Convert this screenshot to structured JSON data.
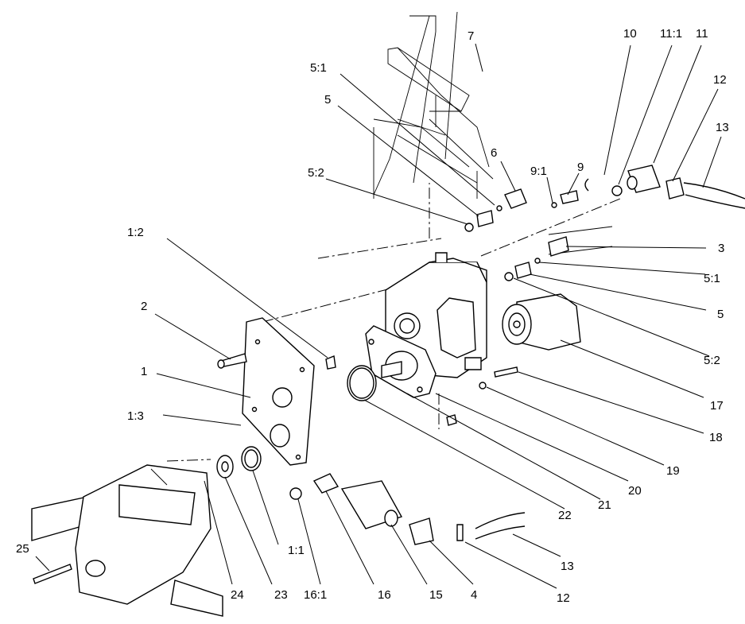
{
  "diagram": {
    "callouts": [
      {
        "id": "7",
        "label": "7"
      },
      {
        "id": "10",
        "label": "10"
      },
      {
        "id": "11-1",
        "label": "11:1"
      },
      {
        "id": "11",
        "label": "11"
      },
      {
        "id": "12-top",
        "label": "12"
      },
      {
        "id": "13-top",
        "label": "13"
      },
      {
        "id": "5-1-top",
        "label": "5:1"
      },
      {
        "id": "5-top",
        "label": "5"
      },
      {
        "id": "6",
        "label": "6"
      },
      {
        "id": "9-1",
        "label": "9:1"
      },
      {
        "id": "9",
        "label": "9"
      },
      {
        "id": "5-2-top",
        "label": "5:2"
      },
      {
        "id": "1-2",
        "label": "1:2"
      },
      {
        "id": "3",
        "label": "3"
      },
      {
        "id": "5-1-right",
        "label": "5:1"
      },
      {
        "id": "5-right",
        "label": "5"
      },
      {
        "id": "2",
        "label": "2"
      },
      {
        "id": "5-2-right",
        "label": "5:2"
      },
      {
        "id": "1",
        "label": "1"
      },
      {
        "id": "17",
        "label": "17"
      },
      {
        "id": "1-3",
        "label": "1:3"
      },
      {
        "id": "18",
        "label": "18"
      },
      {
        "id": "19",
        "label": "19"
      },
      {
        "id": "20",
        "label": "20"
      },
      {
        "id": "21",
        "label": "21"
      },
      {
        "id": "22",
        "label": "22"
      },
      {
        "id": "1-1",
        "label": "1:1"
      },
      {
        "id": "13-bottom",
        "label": "13"
      },
      {
        "id": "25",
        "label": "25"
      },
      {
        "id": "24",
        "label": "24"
      },
      {
        "id": "23",
        "label": "23"
      },
      {
        "id": "16-1",
        "label": "16:1"
      },
      {
        "id": "16",
        "label": "16"
      },
      {
        "id": "15",
        "label": "15"
      },
      {
        "id": "4",
        "label": "4"
      },
      {
        "id": "12-bottom",
        "label": "12"
      }
    ]
  }
}
